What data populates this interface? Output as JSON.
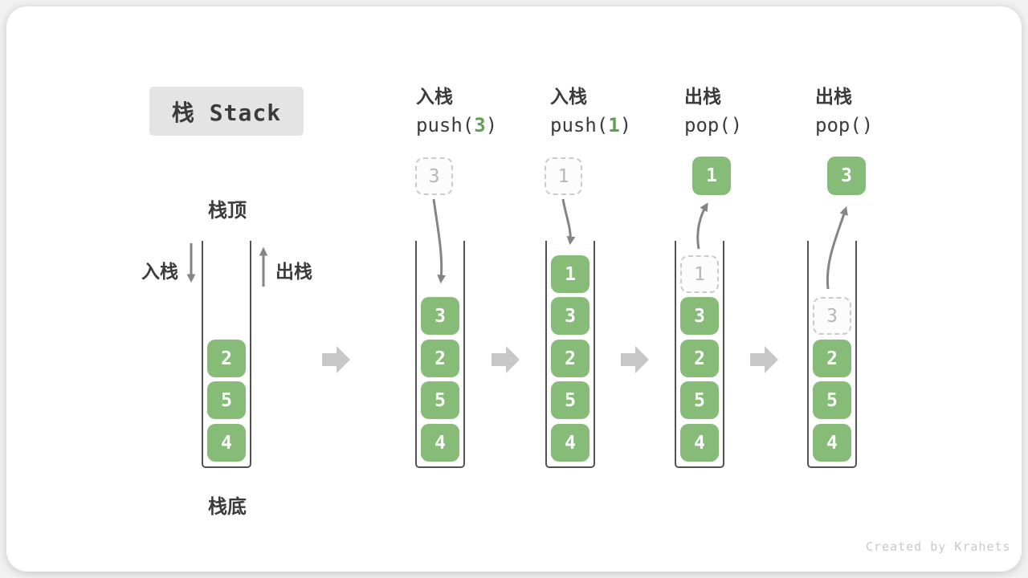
{
  "title": {
    "label": "栈 Stack"
  },
  "legend": {
    "stack_top": "栈顶",
    "stack_bottom": "栈底",
    "push_side": "入栈",
    "pop_side": "出栈"
  },
  "ops": [
    {
      "name": "push-3",
      "cn": "入栈",
      "code_pre": "push(",
      "arg": "3",
      "code_post": ")",
      "incoming": "3"
    },
    {
      "name": "push-1",
      "cn": "入栈",
      "code_pre": "push(",
      "arg": "1",
      "code_post": ")",
      "incoming": "1"
    },
    {
      "name": "pop-1",
      "cn": "出栈",
      "code": "pop()",
      "popped": "1"
    },
    {
      "name": "pop-2",
      "cn": "出栈",
      "code": "pop()",
      "popped": "3"
    }
  ],
  "stacks": [
    {
      "name": "initial",
      "values": [
        "2",
        "5",
        "4"
      ]
    },
    {
      "name": "after-push-3",
      "values": [
        "3",
        "2",
        "5",
        "4"
      ]
    },
    {
      "name": "after-push-1",
      "values": [
        "1",
        "3",
        "2",
        "5",
        "4"
      ]
    },
    {
      "name": "after-pop-1",
      "values": [
        "3",
        "2",
        "5",
        "4"
      ],
      "ghost": "1"
    },
    {
      "name": "after-pop-2",
      "values": [
        "2",
        "5",
        "4"
      ],
      "ghost": "3"
    }
  ],
  "watermark": "Created by Krahets",
  "colors": {
    "box_green": "#86BB78",
    "code_arg_green": "#5FA050",
    "text_dark": "#3B3B3B",
    "arrow_gray": "#858585",
    "block_arrow_gray": "#C7C7C7",
    "ghost_border": "#CBCBCB",
    "ghost_text": "#B6B6B6",
    "container_border": "#525252",
    "title_bg": "#E4E4E4",
    "watermark_gray": "#C9C9C9",
    "card_bg": "#FFFFFF"
  }
}
